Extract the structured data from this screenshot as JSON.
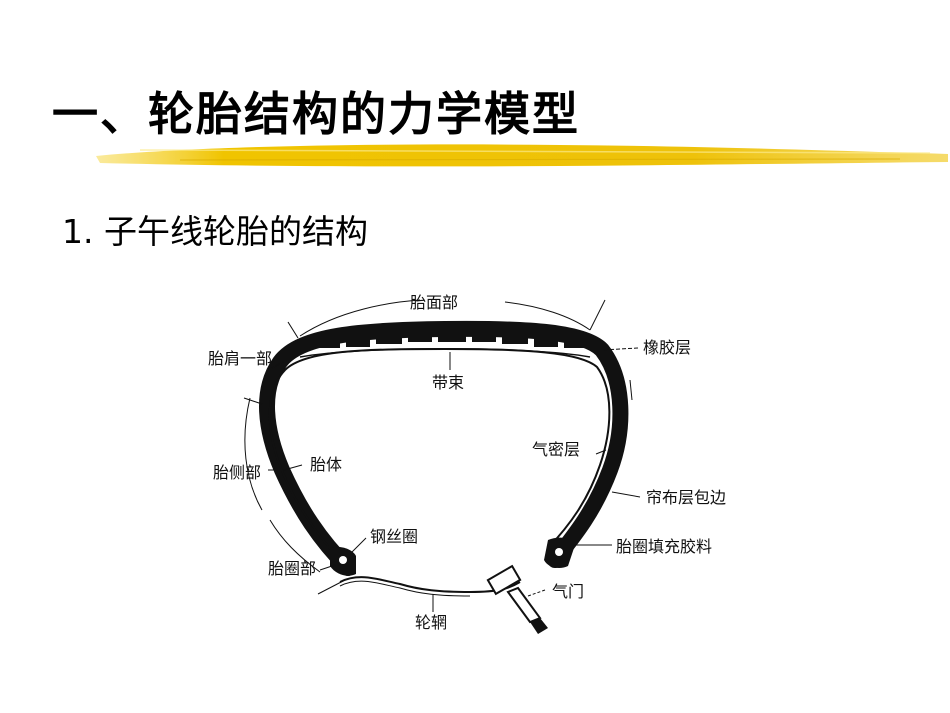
{
  "slide": {
    "title": "一、轮胎结构的力学模型",
    "subtitle": "1. 子午线轮胎的结构"
  },
  "diagram": {
    "labels": {
      "tread": "胎面部",
      "shoulder": "胎肩一部",
      "rubber_layer": "橡胶层",
      "belt": "带束",
      "inner_liner": "气密层",
      "sidewall": "胎侧部",
      "carcass": "胎体",
      "ply_turnup": "帘布层包边",
      "bead_wire": "钢丝圈",
      "bead_filler": "胎圈填充胶料",
      "bead": "胎圈部",
      "valve": "气门",
      "rim": "轮辋"
    }
  },
  "colors": {
    "brush_stroke": "#f0c400",
    "ink": "#111111"
  }
}
